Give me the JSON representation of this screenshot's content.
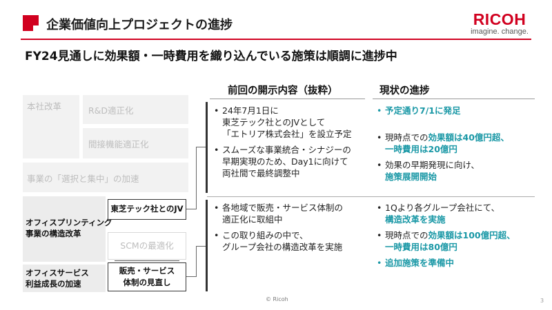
{
  "header": {
    "title": "企業価値向上プロジェクトの進捗",
    "logo_word": "RICOH",
    "logo_tagline": "imagine. change.",
    "accent_color": "#d1001f"
  },
  "subtitle": "FY24見通しに効果額・一時費用を織り込んでいる施策は順調に進捗中",
  "left_grid": {
    "honsha": "本社改革",
    "rd": "R&D適正化",
    "kansetsu": "間接機能適正化",
    "sentaku": "事業の「選択と集中」の加速",
    "office_printing": [
      "オフィスプリンティング",
      "事業の構造改革"
    ],
    "office_service": [
      "オフィスサービス",
      "利益成長の加速"
    ],
    "toshiba_jv": "東芝テック社とのJV",
    "scm": "SCMの最適化",
    "hanbai": [
      "販売・サービス",
      "体制の見直し"
    ]
  },
  "columns": {
    "previous_header": "前回の開示内容（抜粋）",
    "current_header": "現状の進捗"
  },
  "previous": {
    "group1": [
      [
        "24年7月1日に",
        "東芝テック社とのJVとして",
        "「エトリア株式会社」を設立予定"
      ],
      [
        "スムーズな事業統合・シナジーの",
        "早期実現のため、Day1に向けて",
        "両社間で最終調整中"
      ]
    ],
    "group2": [
      [
        "各地域で販売・サービス体制の",
        "適正化に取組中"
      ],
      [
        "この取り組みの中で、",
        "グループ会社の構造改革を実施"
      ]
    ]
  },
  "current": {
    "group1": {
      "item1": "予定通り7/1に発足",
      "item2_prefix": "現時点での",
      "item2_highlight_a": "効果額は40億円超、",
      "item2_highlight_b": "一時費用は20億円",
      "item3_prefix": "効果の早期発現に向け、",
      "item3_highlight": "施策展開開始"
    },
    "group2": {
      "item1_prefix": "1Qより各グループ会社にて、",
      "item1_highlight": "構造改革を実施",
      "item2_prefix": "現時点での",
      "item2_highlight_a": "効果額は100億円超、",
      "item2_highlight_b": "一時費用は80億円",
      "item3": "追加施策を準備中"
    },
    "highlight_color": "#1a98a6"
  },
  "footer": {
    "copyright": "© Ricoh",
    "page_number": "3"
  }
}
